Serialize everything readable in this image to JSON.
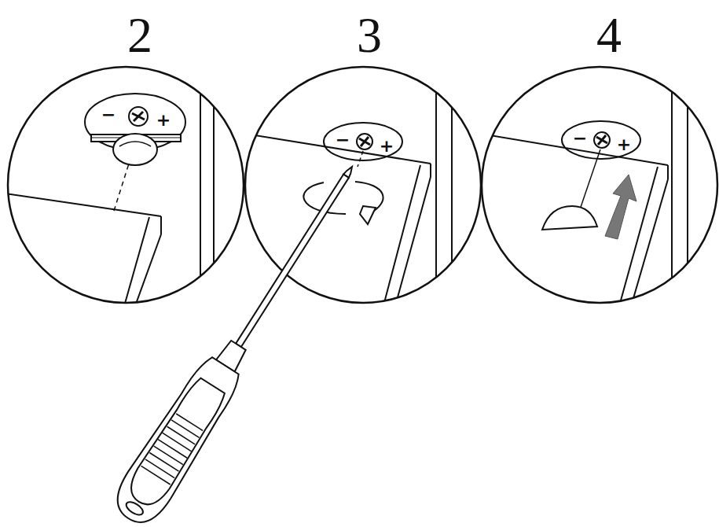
{
  "diagram": {
    "labels": [
      "2",
      "3",
      "4",
      "−",
      "+",
      "−",
      "+",
      "−",
      "+"
    ]
  }
}
